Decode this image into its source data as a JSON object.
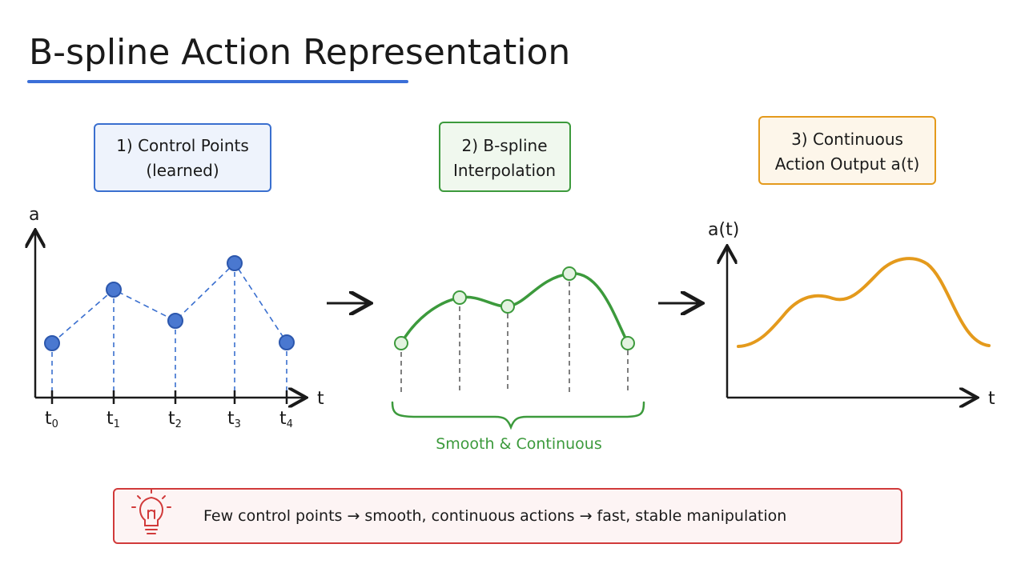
{
  "title": "B-spline Action Representation",
  "colors": {
    "blue": "#3a6fcf",
    "blue_fill": "#4a78d0",
    "green": "#3c9a3c",
    "orange": "#e49a1c",
    "red": "#d13a3a",
    "title_underline": "#3b6fd8",
    "ink": "#1a1a1a"
  },
  "boxes": [
    {
      "line1": "1) Control Points",
      "line2": "(learned)"
    },
    {
      "line1": "2) B-spline",
      "line2": "Interpolation"
    },
    {
      "line1": "3) Continuous",
      "line2": "Action Output a(t)"
    }
  ],
  "panel1": {
    "y_label": "a",
    "x_label": "t",
    "ticks": [
      {
        "base": "t",
        "sub": "0"
      },
      {
        "base": "t",
        "sub": "1"
      },
      {
        "base": "t",
        "sub": "2"
      },
      {
        "base": "t",
        "sub": "3"
      },
      {
        "base": "t",
        "sub": "4"
      }
    ]
  },
  "panel2": {
    "label": "Smooth & Continuous"
  },
  "panel3": {
    "y_label": "a(t)",
    "x_label": "t"
  },
  "bottom": {
    "icon": "lightbulb-icon",
    "text": "Few control points → smooth, continuous actions → fast, stable manipulation"
  }
}
